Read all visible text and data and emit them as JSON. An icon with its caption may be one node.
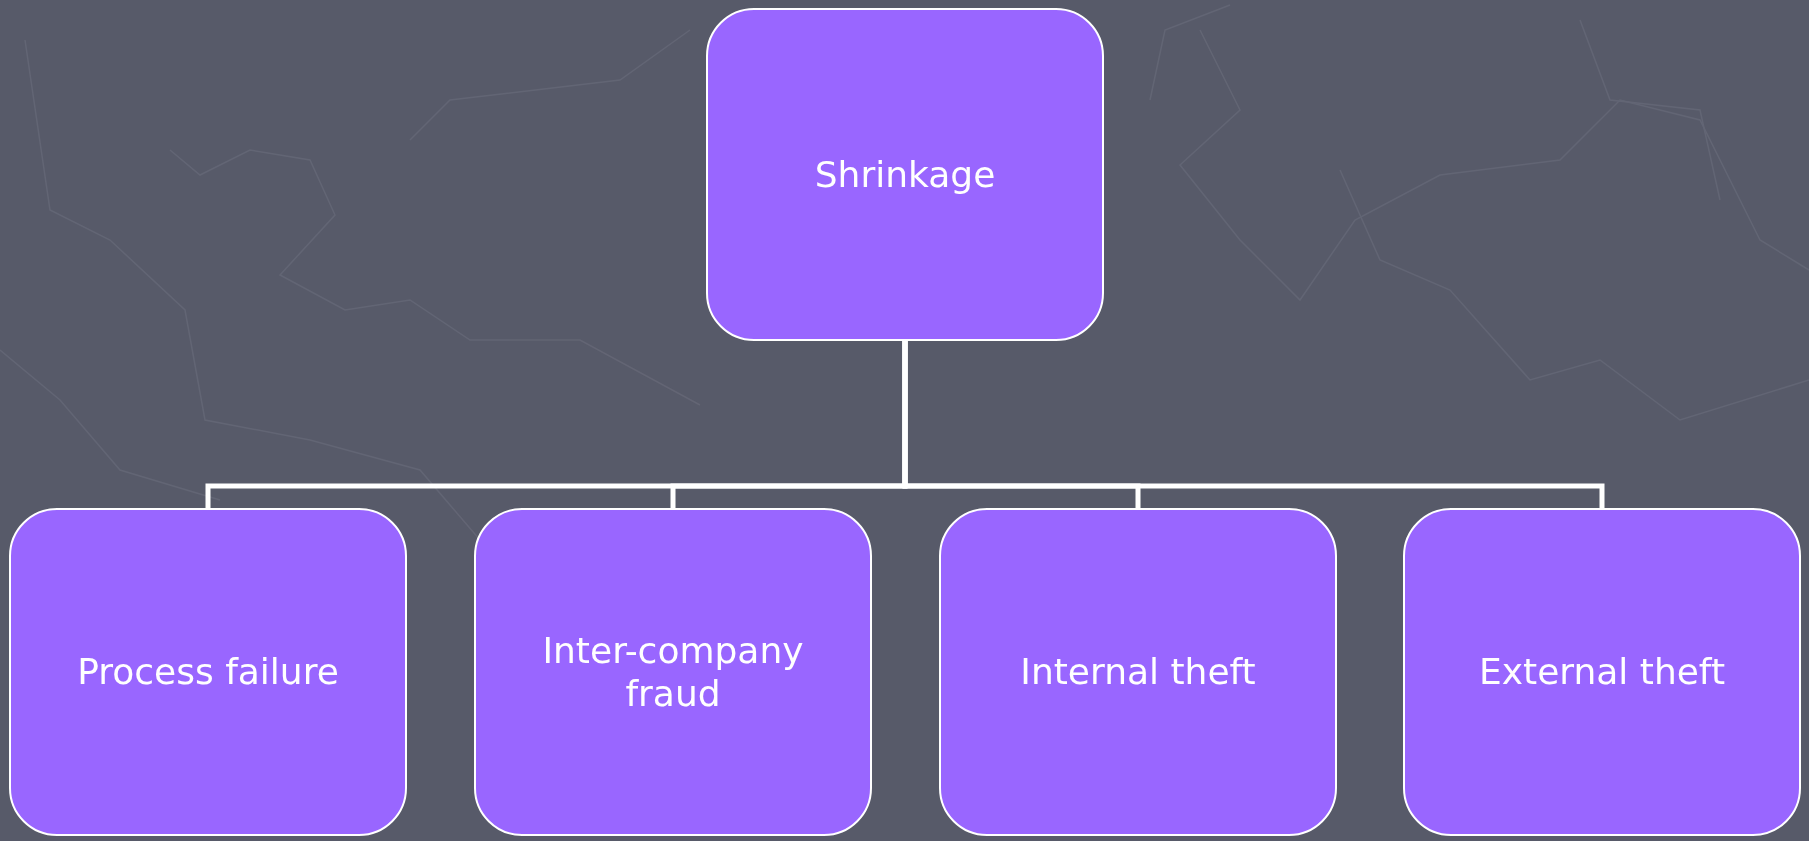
{
  "diagram": {
    "nodes": [
      {
        "text": [
          "Shrinkage"
        ]
      },
      {
        "text": [
          "Process failure"
        ]
      },
      {
        "text": [
          "Inter-company fraud"
        ]
      },
      {
        "text": [
          "Internal theft"
        ]
      },
      {
        "text": [
          "External theft"
        ]
      }
    ],
    "edges": [
      {
        "from": 0,
        "to": 1,
        "arrow": "none"
      },
      {
        "from": 0,
        "to": 2,
        "arrow": "none"
      },
      {
        "from": 0,
        "to": 3,
        "arrow": "none"
      },
      {
        "from": 0,
        "to": 4,
        "arrow": "none"
      }
    ]
  }
}
